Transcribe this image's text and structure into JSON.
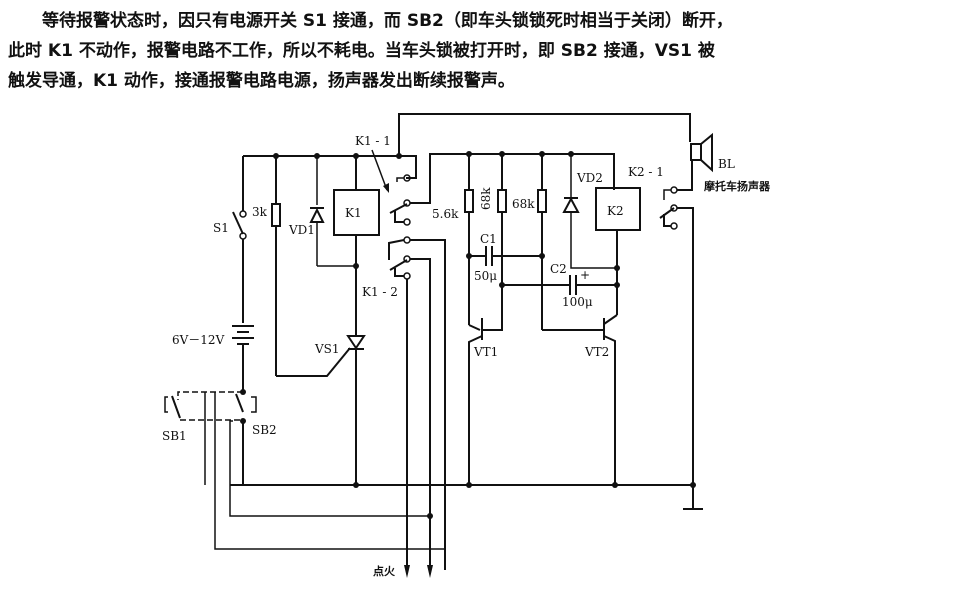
{
  "description": {
    "lines": [
      "等待报警状态时，因只有电源开关 S1 接通，而 SB2（即车头锁锁死时相当于关闭）断开，",
      "此时 K1 不动作，报警电路不工作，所以不耗电。当车头锁被打开时，即 SB2 接通，VS1 被",
      "触发导通，K1 动作，接通报警电路电源，扬声器发出断续报警声。"
    ]
  },
  "diagram": {
    "title": "摩托车防盗报警电路",
    "labels": {
      "s1": "S1",
      "r_3k": "3k",
      "vd1": "VD1",
      "k1": "K1",
      "k1_1": "K1 - 1",
      "k1_2": "K1 - 2",
      "r_5_6k": "5.6k",
      "r_68k_a": "68k",
      "r_68k_b": "68k",
      "c1": "C1",
      "c1_value": "50μ",
      "c2": "C2",
      "c2_value": "100μ",
      "vd2": "VD2",
      "k2": "K2",
      "k2_1": "K2 - 1",
      "bl": "BL",
      "speaker_desc": "摩托车扬声器",
      "battery": "6V－12V",
      "vs1": "VS1",
      "vt1": "VT1",
      "vt2": "VT2",
      "sb1": "SB1",
      "sb2": "SB2",
      "ignition": "点火"
    },
    "icons": [
      "switch-icon",
      "resistor-icon",
      "diode-icon",
      "relay-coil-icon",
      "relay-contact-icon",
      "capacitor-icon",
      "transistor-icon",
      "thyristor-icon",
      "battery-icon",
      "speaker-icon",
      "ground-icon",
      "arrow-down-icon"
    ]
  }
}
